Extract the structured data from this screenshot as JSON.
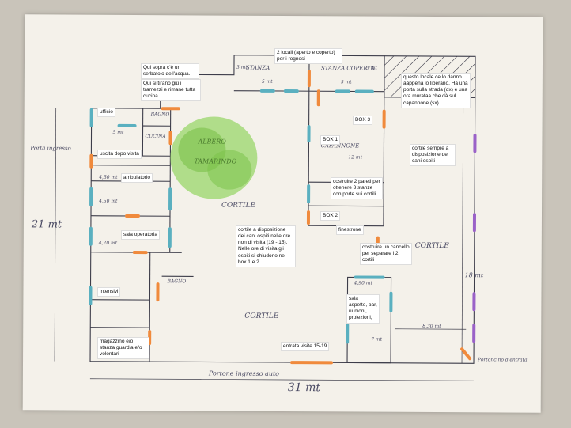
{
  "colors": {
    "paper": "#f4f1ea",
    "pencil": "#3d3d4a",
    "orange": "#f08a3c",
    "blue": "#5ab0c0",
    "purple": "#9a62c8",
    "green": "#7cc24a"
  },
  "labels": {
    "serbatoio": "Qui sopra c'è un serbatoio dell'acqua.",
    "tramezzi": "Qui si tirano giù i tramezzi e rimane tutta cucina",
    "due_locali": "2 locali (aperto e coperto) per i rognosi",
    "questo_locale": "questo locale ce lo danno aappena lo liberano. Ha una porta sulla strada (dx) e una ora murataa che dà sul capannone (sx)",
    "ufficio": "ufficio",
    "uscita": "uscita dopo visita",
    "ambulatorio": "ambulatorio",
    "sala_operatoria": "sala operatoria",
    "intensivi": "intensivi",
    "magazzino": "magazzino e/o stanza guardia e/o volontari",
    "box3": "BOX 3",
    "box1": "BOX 1",
    "box2": "BOX 2",
    "costruire_pareti": "costruire 2 pareti per ottenere 3 stanze con porte sui cortili",
    "finestrone": "finestrone",
    "cortile_sempre": "cortile sempre a disposizione dei cani ospiti",
    "cortile_disposizione": "cortile a disposizione dei cani ospiti nelle ore non di visita (19 - 15). Nelle ore di visita gli ospiti si chiudono nei box 1 e 2",
    "cancello": "costruire un cancello per separare i 2 cortili",
    "sala_aspetto": "sala aspetto, bar, riunioni, proiezioni,",
    "entrata_visite": "entrata visite 15-19"
  },
  "handwriting": {
    "porta_ingresso": "Porta ingresso",
    "dim_21": "21 mt",
    "dim_31": "31 mt",
    "portone": "Portone ingresso auto",
    "portone_dx": "Portoncino d'entrata",
    "dim_18": "18 mt",
    "stanza_left": "STANZA",
    "stanza_right": "STANZA COPERTA",
    "m3_left": "3 mt",
    "m3_right": "3 mt",
    "m5_left": "5 mt",
    "m5_right": "5 mt",
    "bagno_top": "BAGNO",
    "cucina": "CUCINA",
    "albero": "ALBERO",
    "tamarindo": "TAMARINDO",
    "cortile_mid": "CORTILE",
    "cortile_right": "CORTILE",
    "cortile_bottom": "CORTILE",
    "capannone": "CAPANNONE",
    "m12": "12 mt",
    "m4_50": "4,50 mt",
    "m4_50b": "4,50 mt",
    "m4_20": "4,20 mt",
    "m4_90": "4,90 mt",
    "m7": "7 mt",
    "m8_30": "8,30 mt",
    "m5_uff": "5 mt",
    "bagno_low": "BAGNO"
  }
}
